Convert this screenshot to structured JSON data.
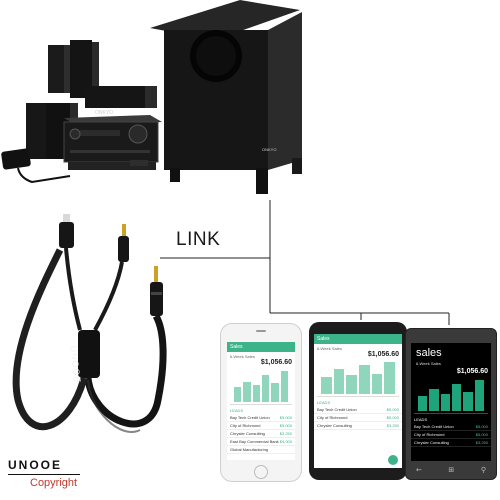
{
  "link_label": "LINK",
  "cable_brand": "UNOOE",
  "logo": {
    "word": "UNOOE",
    "copyright": "Copyright"
  },
  "amp_brand": "ONKYO",
  "sub_brand": "ONKYO",
  "colors": {
    "app_green": "#3db389",
    "cable": "#1a1a1a",
    "gold": "#c9a227"
  },
  "phones": {
    "iphone": {
      "header": "Sales",
      "subtitle": "6-Week Sales",
      "amount": "$1,056.60",
      "bars": [
        0.45,
        0.6,
        0.5,
        0.8,
        0.55,
        0.9
      ],
      "leads_label": "LEADS",
      "leads": [
        {
          "name": "Bay Tech Credit Union",
          "value": "$5,000"
        },
        {
          "name": "City of Richmond",
          "value": "$5,000"
        },
        {
          "name": "Chrysler Consulting",
          "value": "$3,250"
        },
        {
          "name": "East Bay Commercial Bank",
          "value": "$4,000"
        },
        {
          "name": "Global Manufacturing",
          "value": ""
        }
      ]
    },
    "android": {
      "header": "Sales",
      "subtitle": "6-Week Sales",
      "amount": "$1,056.60",
      "bars": [
        0.5,
        0.75,
        0.55,
        0.85,
        0.6,
        0.95
      ],
      "leads_label": "LEADS",
      "leads": [
        {
          "name": "Bay Tech Credit Union",
          "value": "$5,000"
        },
        {
          "name": "City of Richmond",
          "value": "$5,000"
        },
        {
          "name": "Chrysler Consulting",
          "value": "$3,250"
        }
      ]
    },
    "nokia": {
      "title": "sales",
      "subtitle": "6-Week Sales",
      "amount": "$1,056.60",
      "bars": [
        0.45,
        0.65,
        0.5,
        0.8,
        0.55,
        0.9
      ],
      "leads_label": "LEADS",
      "leads": [
        {
          "name": "Bay Tech Credit Union",
          "value": "$5,000"
        },
        {
          "name": "City of Richmond",
          "value": "$5,000"
        },
        {
          "name": "Chrysler Consulting",
          "value": "$3,250"
        }
      ]
    }
  }
}
